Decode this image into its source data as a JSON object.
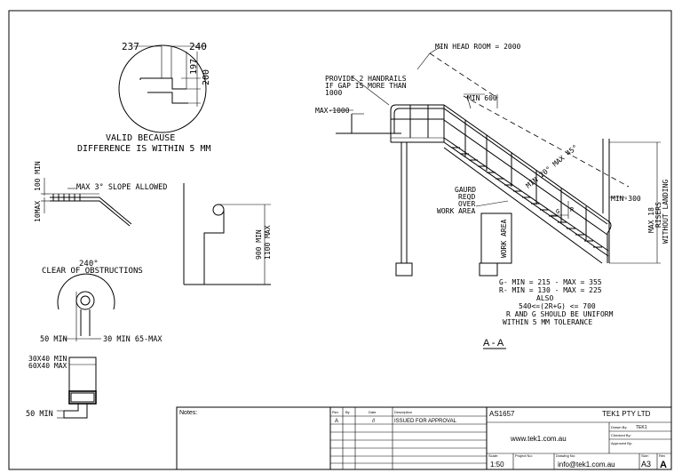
{
  "notes": {
    "valid": [
      "VALID BECAUSE",
      "DIFFERENCE IS WITHIN 5 MM"
    ],
    "dim_237": "237",
    "dim_240": "240",
    "dim_197": "197",
    "dim_200": "200",
    "max_slope": "MAX 3° SLOPE ALLOWED",
    "max_100": "100 MIN",
    "max_10": "10MAX",
    "handrail_height": [
      "900 MIN",
      "1100 MAX"
    ],
    "clearance": [
      "240°",
      "CLEAR OF OBSTRUCTIONS"
    ],
    "min_50_a": "50 MIN",
    "range_30_65": "30 MIN 65-MAX",
    "section_size": [
      "30X40 MIN",
      "60X40 MAX"
    ],
    "min_50_b": "50 MIN"
  },
  "section": {
    "head_room": "MIN HEAD ROOM = 2000",
    "handrails": [
      "PROVIDE 2 HANDRAILS",
      "IF GAP IS MORE THAN",
      "1000"
    ],
    "min_600": "MIN 600",
    "max_1000": "MAX-1000",
    "pitch": "MIN 20° MAX 45°",
    "guard": [
      "GAURD",
      "REQD",
      "OVER",
      "WORK AREA"
    ],
    "work_area": "WORK AREA",
    "min_300": "MIN-300",
    "max_risers": [
      "MAX 18",
      "RISERS",
      "WITHOUT LANDING"
    ],
    "rules": [
      "G- MIN = 215 - MAX = 355",
      "R- MIN = 130 - MAX = 225",
      "ALSO",
      "540<=(2R+G) <= 700",
      "R AND G SHOULD BE UNIFORM",
      "WITHIN 5 MM TOLERANCE"
    ],
    "label": "A - A",
    "r_label": "R",
    "g_label": "G"
  },
  "title_block": {
    "notes_label": "Notes:",
    "rev_headers": [
      "Rev",
      "By",
      "Date",
      "Description"
    ],
    "rev_row": [
      "A",
      "",
      "//",
      "ISSUED FOR APPROVAL"
    ],
    "drawing_id": "AS1657",
    "company": "TEK1 PTY LTD",
    "website": "www.tek1.com.au",
    "email": "info@tek1.com.au",
    "drawn_by_label": "Drawn By:",
    "drawn_by": "TEK1",
    "checked_by_label": "Checked By:",
    "approved_by_label": "Approved By:",
    "scale_label": "Scale:",
    "scale": "1:50",
    "project_no_label": "Project No:",
    "drawing_no_label": "Drawing No:",
    "size_label": "Size:",
    "size": "A3",
    "rev_label": "Rev",
    "rev": "A"
  }
}
